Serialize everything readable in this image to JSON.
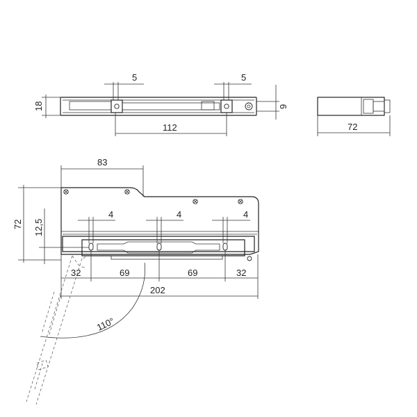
{
  "top_view": {
    "dim_left_slot": "5",
    "dim_right_slot": "5",
    "dim_height": "18",
    "dim_right_height": "9",
    "dim_length": "112"
  },
  "end_view": {
    "dim_width": "72"
  },
  "front_view": {
    "dim_top": "83",
    "dim_height": "72",
    "dim_hole_offset": "12,5",
    "dim_slot_1": "4",
    "dim_slot_2": "4",
    "dim_slot_3": "4",
    "dim_seg_1": "32",
    "dim_seg_2": "69",
    "dim_seg_3": "69",
    "dim_seg_4": "32",
    "dim_total": "202",
    "dim_angle": "110°"
  }
}
